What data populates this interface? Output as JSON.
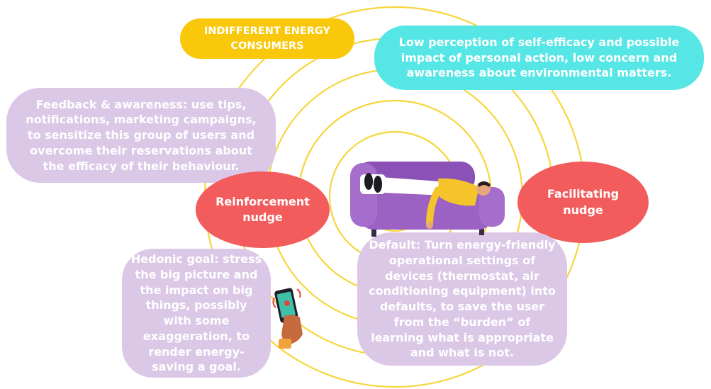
{
  "title_pill": "INDIFFERENT ENERGY CONSUMERS",
  "characteristics": "Low perception of self-efficacy and possible impact of personal action, low concern and awareness about environmental matters.",
  "feedback_box": "Feedback & awareness: use tips, notifications, marketing campaigns, to sensitize this group of users and overcome their reservations about the efficacy of their behaviour.",
  "reinforcement_label": "Reinforcement nudge",
  "facilitating_label": "Facilitating nudge",
  "hedonic_box": "Hedonic goal: stress the big picture and the impact on big things, possibly with some exaggeration, to render energy-saving a goal.",
  "default_box": "Default: Turn energy-friendly operational settings of devices (thermostat, air conditioning equipment) into defaults, to save the user from the “burden” of learning what is appropriate and what is not.",
  "icons": [
    "couch-person-illustration",
    "smartphone-hand-icon"
  ],
  "colors": {
    "ring": "#f5d63d",
    "title_pill": "#f9c80b",
    "teal_box": "#57e6e6",
    "lavender_box": "#dbc8e6",
    "nudge_ellipse": "#f25c5c",
    "couch": "#9b62c4",
    "shirt": "#f5c42a"
  },
  "concentric_rings": 6
}
